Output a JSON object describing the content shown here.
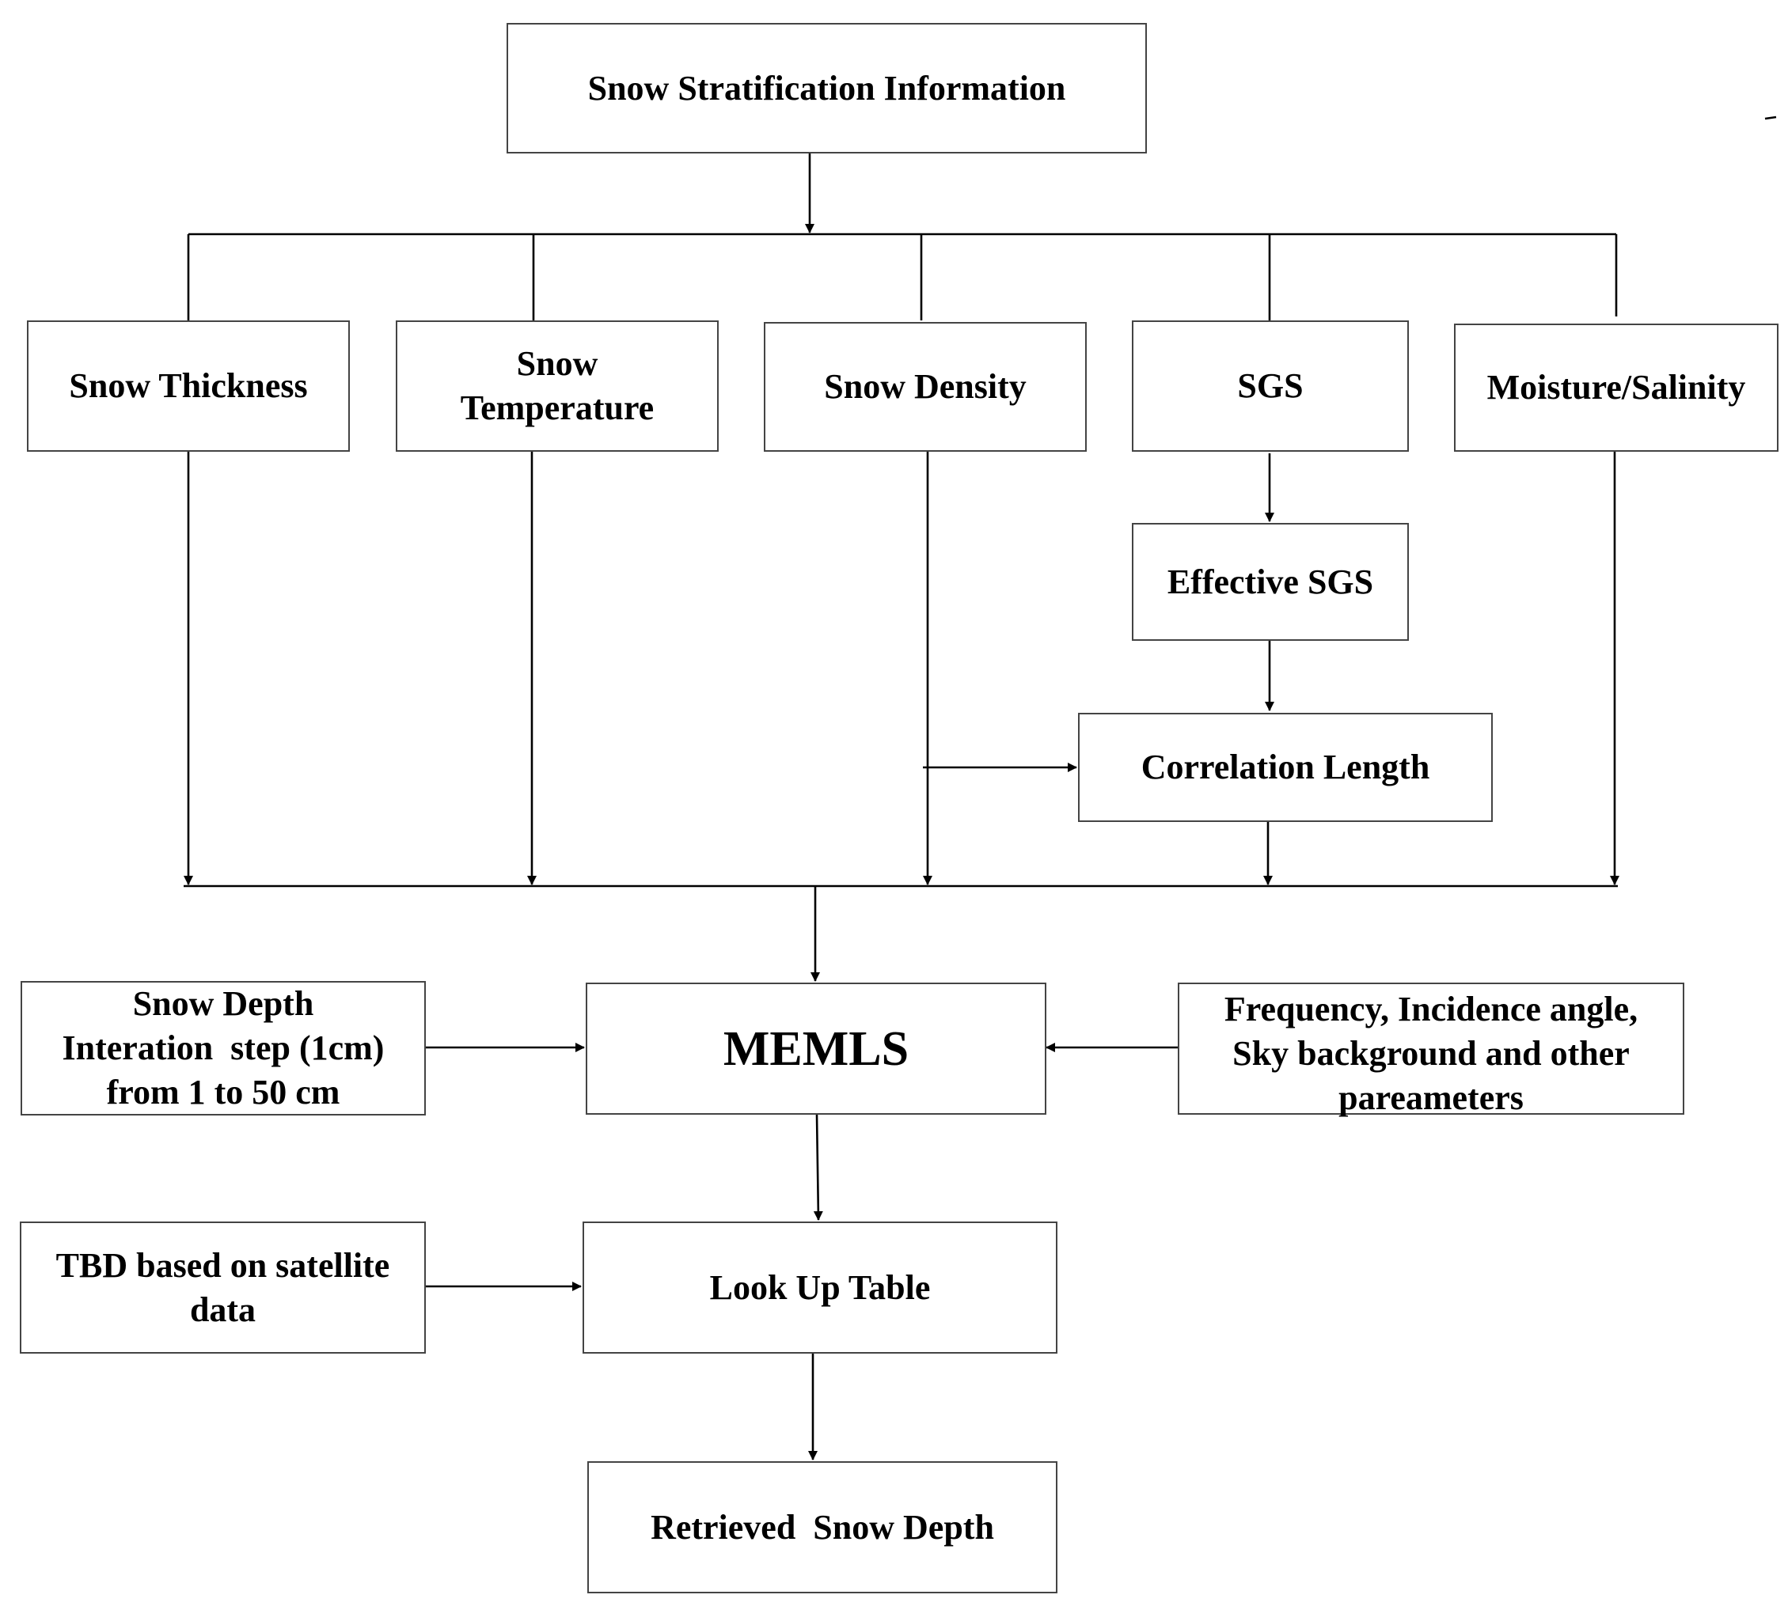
{
  "diagram": {
    "top": "Snow Stratification Information",
    "parameters": {
      "thickness": "Snow Thickness",
      "temperature_l1": "Snow",
      "temperature_l2": "Temperature",
      "density": "Snow Density",
      "sgs": "SGS",
      "moisture": "Moisture/Salinity"
    },
    "effective_sgs": "Effective SGS",
    "correlation_length": "Correlation Length",
    "memls": "MEMLS",
    "depth_input": [
      "Snow Depth",
      "Interation  step (1cm)",
      "from 1 to 50 cm"
    ],
    "frequency_input": [
      "Frequency, Incidence angle,",
      "Sky background and other",
      "pareameters"
    ],
    "tbd_input": [
      "TBD based on satellite",
      "data"
    ],
    "lookup": "Look Up Table",
    "result": "Retrieved  Snow Depth"
  }
}
